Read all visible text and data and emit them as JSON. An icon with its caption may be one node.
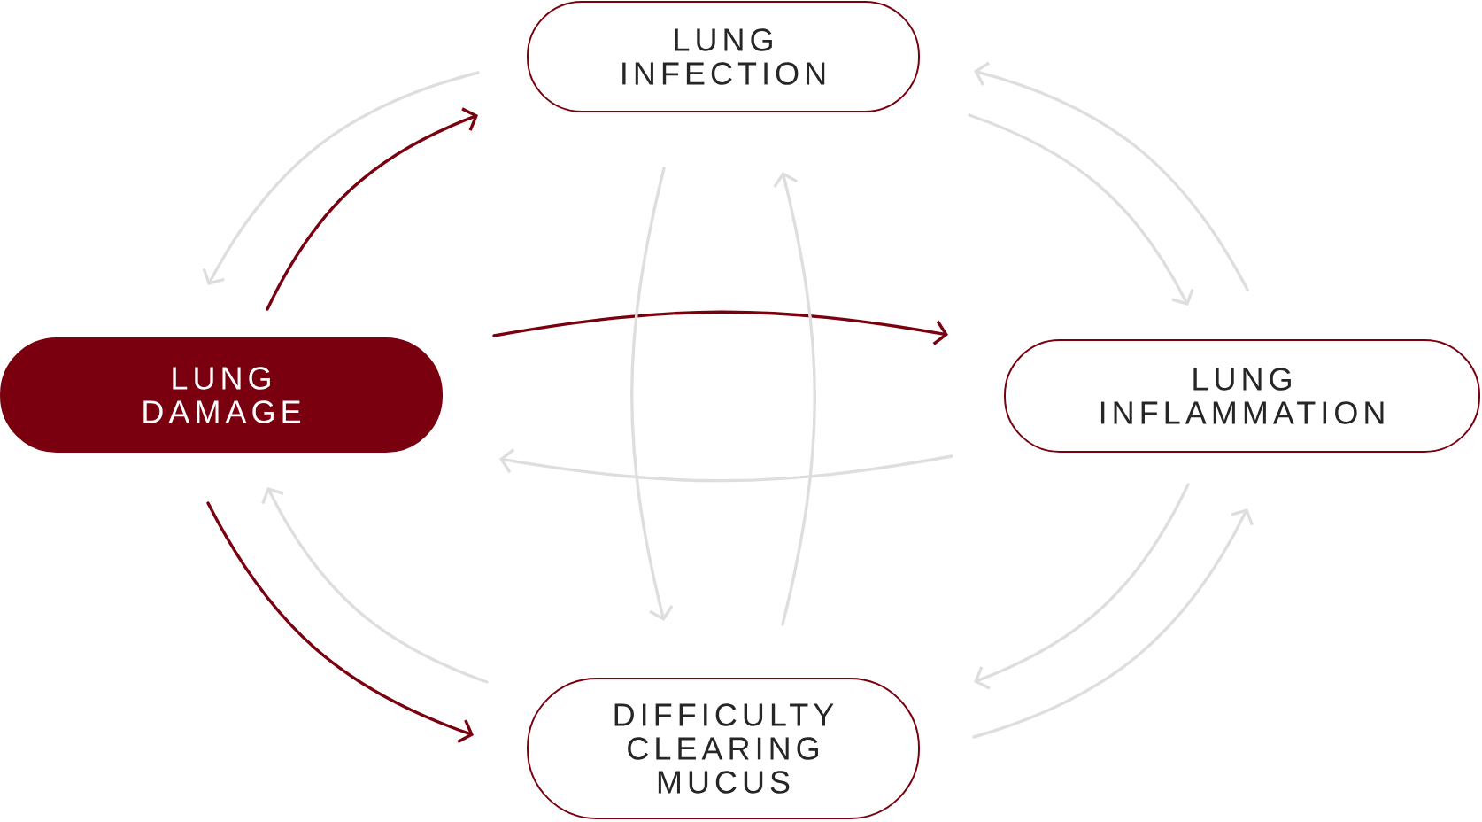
{
  "diagram": {
    "nodes": [
      {
        "text": [
          "LUNG INFECTION"
        ]
      },
      {
        "text": [
          "LUNG DAMAGE"
        ]
      },
      {
        "text": [
          "LUNG INFLAMMATION"
        ]
      },
      {
        "text": [
          "DIFFICULTY CLEARING MUCUS"
        ]
      }
    ],
    "edges": [
      {
        "from": 1,
        "to": 0,
        "arrow": "to",
        "color": "#7a0010"
      },
      {
        "from": 0,
        "to": 1,
        "arrow": "to"
      },
      {
        "from": 1,
        "to": 2,
        "arrow": "to",
        "color": "#7a0010"
      },
      {
        "from": 2,
        "to": 1,
        "arrow": "to"
      },
      {
        "from": 1,
        "to": 3,
        "arrow": "to",
        "color": "#7a0010"
      },
      {
        "from": 3,
        "to": 1,
        "arrow": "to"
      },
      {
        "from": 0,
        "to": 3,
        "arrow": "to"
      },
      {
        "from": 3,
        "to": 0,
        "arrow": "to"
      },
      {
        "from": 0,
        "to": 2,
        "arrow": "to"
      },
      {
        "from": 2,
        "to": 0,
        "arrow": "to"
      },
      {
        "from": 2,
        "to": 3,
        "arrow": "to"
      },
      {
        "from": 3,
        "to": 2,
        "arrow": "to"
      }
    ]
  }
}
